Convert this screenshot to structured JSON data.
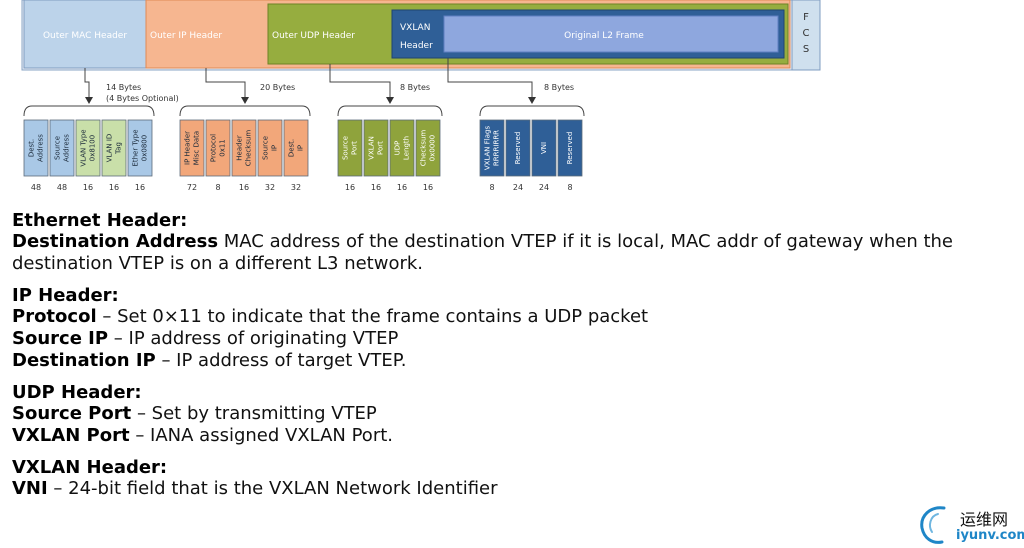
{
  "diagram": {
    "headers": {
      "outer_mac": "Outer MAC Header",
      "outer_ip": "Outer IP Header",
      "outer_udp": "Outer UDP Header",
      "vxlan": "VXLAN\nHeader",
      "original_frame": "Original L2 Frame",
      "fcs": [
        "F",
        "C",
        "S"
      ]
    },
    "groups": [
      {
        "bytes_label": [
          "14 Bytes",
          "(4 Bytes Optional)"
        ],
        "fields": [
          {
            "label": [
              "Dest.",
              "Address"
            ],
            "bits": "48"
          },
          {
            "label": [
              "Source",
              "Address"
            ],
            "bits": "48"
          },
          {
            "label": [
              "VLAN Type",
              "0x8100"
            ],
            "bits": "16"
          },
          {
            "label": [
              "VLAN ID",
              "Tag"
            ],
            "bits": "16"
          },
          {
            "label": [
              "Ether Type",
              "0x0800"
            ],
            "bits": "16"
          }
        ],
        "colors": [
          "#a9c8e6",
          "#a9c8e6",
          "#c9dfa9",
          "#c9dfa9",
          "#a9c8e6"
        ]
      },
      {
        "bytes_label": [
          "20 Bytes"
        ],
        "fields": [
          {
            "label": [
              "IP Header",
              "Misc Data"
            ],
            "bits": "72"
          },
          {
            "label": [
              "Protocol",
              "0x11"
            ],
            "bits": "8"
          },
          {
            "label": [
              "Header",
              "Checksum"
            ],
            "bits": "16"
          },
          {
            "label": [
              "Source",
              "IP"
            ],
            "bits": "32"
          },
          {
            "label": [
              "Dest.",
              "IP"
            ],
            "bits": "32"
          }
        ],
        "colors": [
          "#f2a77a",
          "#f2a77a",
          "#f2a77a",
          "#f2a77a",
          "#f2a77a"
        ]
      },
      {
        "bytes_label": [
          "8 Bytes"
        ],
        "fields": [
          {
            "label": [
              "Source",
              "Port"
            ],
            "bits": "16"
          },
          {
            "label": [
              "VXLAN",
              "Port"
            ],
            "bits": "16"
          },
          {
            "label": [
              "UDP",
              "Length"
            ],
            "bits": "16"
          },
          {
            "label": [
              "Checksum",
              "0x0000"
            ],
            "bits": "16"
          }
        ],
        "colors": [
          "#8fa33c",
          "#8fa33c",
          "#8fa33c",
          "#8fa33c"
        ]
      },
      {
        "bytes_label": [
          "8 Bytes"
        ],
        "fields": [
          {
            "label": [
              "VXLAN Flags",
              "RRRRIRRR"
            ],
            "bits": "8"
          },
          {
            "label": [
              "Reserved"
            ],
            "bits": "24"
          },
          {
            "label": [
              "VNI"
            ],
            "bits": "24"
          },
          {
            "label": [
              "Reserved"
            ],
            "bits": "8"
          }
        ],
        "colors": [
          "#2f5f97",
          "#2f5f97",
          "#2f5f97",
          "#2f5f97"
        ]
      }
    ]
  },
  "text": {
    "ethernet": {
      "title": "Ethernet Header:",
      "dest_term": "Destination Address",
      "dest_desc": " MAC address of the destination VTEP if it is local, MAC addr of gateway when the",
      "dest_desc2": "destination VTEP is on a different L3 network."
    },
    "ip": {
      "title": "IP Header:",
      "protocol_term": "Protocol",
      "protocol_desc": " – Set 0×11 to indicate that the frame contains a UDP packet",
      "source_term": "Source IP",
      "source_desc": " – IP address of originating VTEP",
      "dest_term": "Destination IP",
      "dest_desc": " – IP address of target VTEP."
    },
    "udp": {
      "title": "UDP Header:",
      "source_term": "Source Port",
      "source_desc": " – Set by transmitting VTEP",
      "vxlan_term": "VXLAN Port",
      "vxlan_desc": " – IANA assigned VXLAN Port."
    },
    "vxlan": {
      "title": "VXLAN Header:",
      "vni_term": "VNI",
      "vni_desc": " – 24-bit field that is the VXLAN Network Identifier"
    }
  },
  "logo": {
    "main": "运维网",
    "sub": "iyunv.com",
    "accent": "#1f86c7"
  }
}
